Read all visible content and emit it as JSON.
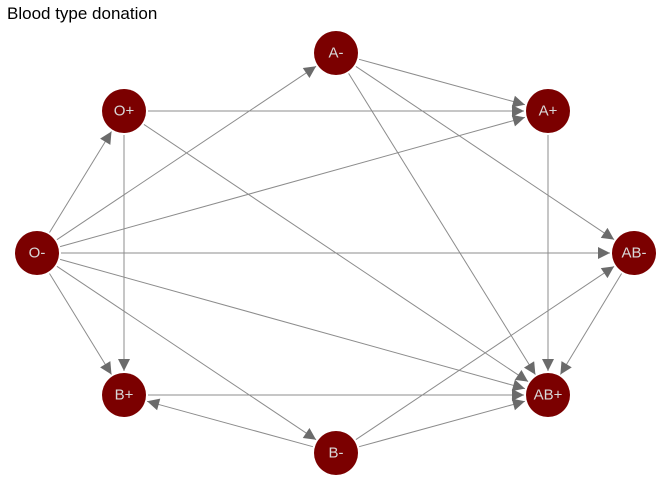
{
  "title": "Blood type donation",
  "colors": {
    "node_fill": "#7b0000",
    "node_label": "#d9d9d9",
    "edge": "#8c8c8c",
    "arrow": "#6b6b6b"
  },
  "nodes": [
    {
      "id": "O-",
      "label": "O-"
    },
    {
      "id": "O+",
      "label": "O+"
    },
    {
      "id": "A-",
      "label": "A-"
    },
    {
      "id": "A+",
      "label": "A+"
    },
    {
      "id": "AB-",
      "label": "AB-"
    },
    {
      "id": "AB+",
      "label": "AB+"
    },
    {
      "id": "B-",
      "label": "B-"
    },
    {
      "id": "B+",
      "label": "B+"
    }
  ],
  "edges": [
    {
      "from": "O-",
      "to": "O+"
    },
    {
      "from": "O-",
      "to": "A-"
    },
    {
      "from": "O-",
      "to": "A+"
    },
    {
      "from": "O-",
      "to": "AB-"
    },
    {
      "from": "O-",
      "to": "AB+"
    },
    {
      "from": "O-",
      "to": "B-"
    },
    {
      "from": "O-",
      "to": "B+"
    },
    {
      "from": "O+",
      "to": "A+"
    },
    {
      "from": "O+",
      "to": "AB+"
    },
    {
      "from": "O+",
      "to": "B+"
    },
    {
      "from": "A-",
      "to": "A+"
    },
    {
      "from": "A-",
      "to": "AB-"
    },
    {
      "from": "A-",
      "to": "AB+"
    },
    {
      "from": "A+",
      "to": "AB+"
    },
    {
      "from": "AB-",
      "to": "AB+"
    },
    {
      "from": "B-",
      "to": "B+"
    },
    {
      "from": "B-",
      "to": "AB-"
    },
    {
      "from": "B-",
      "to": "AB+"
    },
    {
      "from": "B+",
      "to": "AB+"
    }
  ]
}
